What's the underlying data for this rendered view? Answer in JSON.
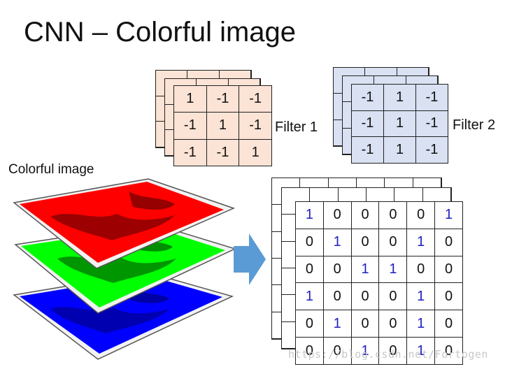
{
  "title": "CNN – Colorful image",
  "colorful_label": "Colorful image",
  "filter1": {
    "label": "Filter 1",
    "fill": "#fbe3d5",
    "rows": [
      [
        "1",
        "-1",
        "-1"
      ],
      [
        "-1",
        "1",
        "-1"
      ],
      [
        "-1",
        "-1",
        "1"
      ]
    ]
  },
  "filter2": {
    "label": "Filter 2",
    "fill": "#d9e1f2",
    "rows": [
      [
        "-1",
        "1",
        "-1"
      ],
      [
        "-1",
        "1",
        "-1"
      ],
      [
        "-1",
        "1",
        "-1"
      ]
    ]
  },
  "image_layers": [
    {
      "name": "red-channel",
      "color": "#ff0000"
    },
    {
      "name": "green-channel",
      "color": "#00ff00"
    },
    {
      "name": "blue-channel",
      "color": "#0000ff"
    }
  ],
  "arrow_color": "#5b9bd5",
  "image_matrix": {
    "rows": [
      [
        "1",
        "0",
        "0",
        "0",
        "0",
        "1"
      ],
      [
        "0",
        "1",
        "0",
        "0",
        "1",
        "0"
      ],
      [
        "0",
        "0",
        "1",
        "1",
        "0",
        "0"
      ],
      [
        "1",
        "0",
        "0",
        "0",
        "1",
        "0"
      ],
      [
        "0",
        "1",
        "0",
        "0",
        "1",
        "0"
      ],
      [
        "0",
        "0",
        "1",
        "0",
        "1",
        "0"
      ]
    ],
    "one_color": "#1f1fbf",
    "zero_color": "#111111"
  },
  "watermark": "https://blog.csdn.net/Fortogen"
}
